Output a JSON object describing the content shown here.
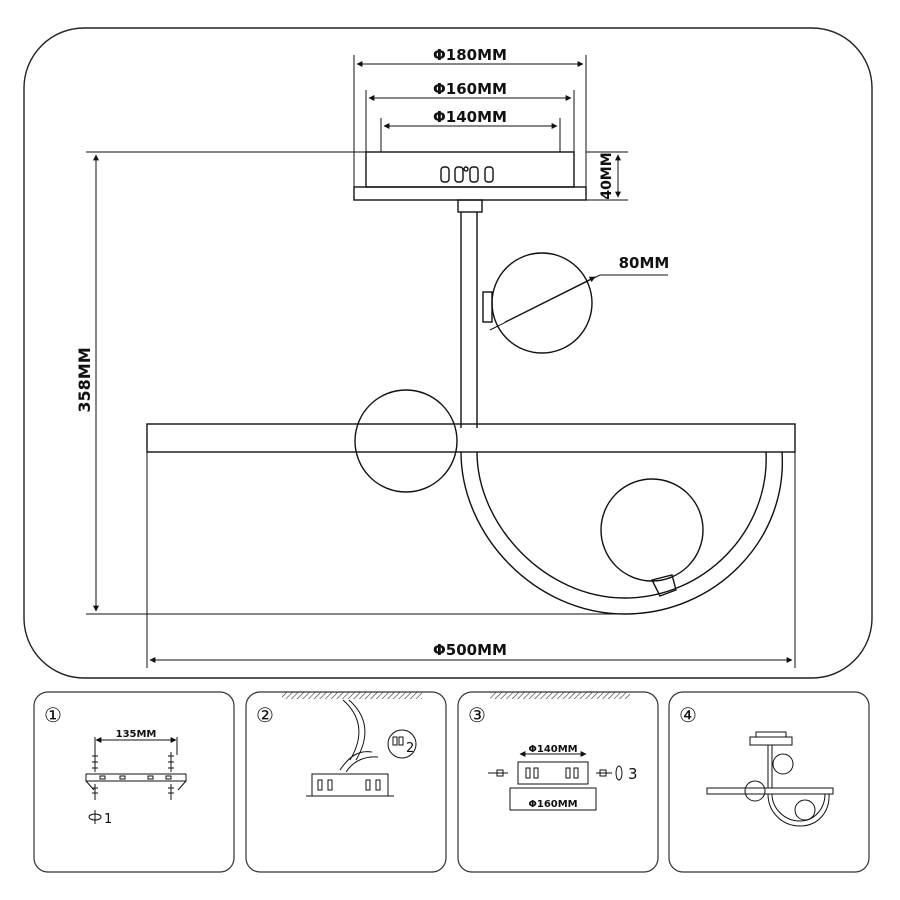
{
  "main_drawing": {
    "canopy_outer_dia": "Φ180MM",
    "canopy_mid_dia": "Φ160MM",
    "canopy_inner_dia": "Φ140MM",
    "canopy_height": "40MM",
    "globe_dia": "80MM",
    "total_height": "358MM",
    "total_width": "Φ500MM"
  },
  "steps": [
    {
      "number": "①",
      "label_width": "135MM",
      "callout": "1"
    },
    {
      "number": "②",
      "callout": "2"
    },
    {
      "number": "③",
      "label_top": "Φ140MM",
      "label_bottom": "Φ160MM",
      "callout": "3"
    },
    {
      "number": "④"
    }
  ],
  "colors": {
    "line": "#111111",
    "background": "#ffffff"
  }
}
